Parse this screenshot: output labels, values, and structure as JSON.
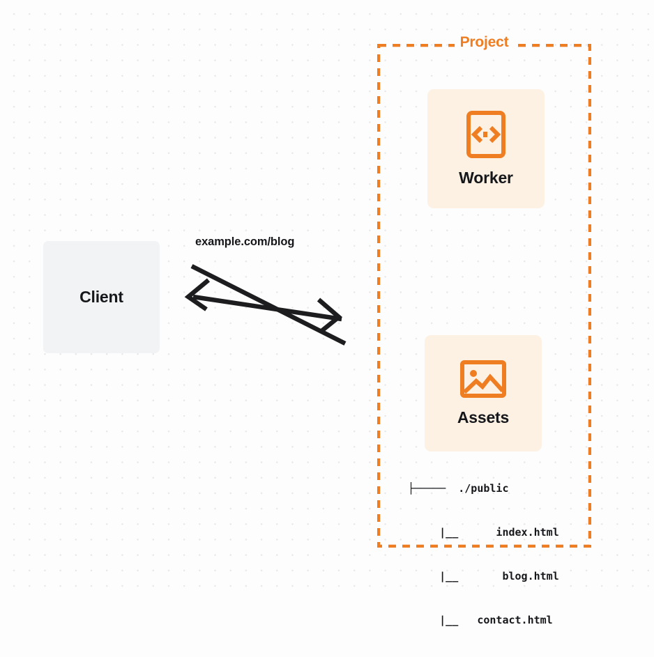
{
  "diagram": {
    "type": "architecture-diagram",
    "background": {
      "color": "#fdfdfd",
      "dot_grid_color": "#e8e8e8"
    },
    "client": {
      "label": "Client",
      "fill": "#f2f3f4",
      "text_color": "#16171a"
    },
    "connector": {
      "label": "example.com/blog",
      "stroke": "#1d1d1f",
      "request_direction": "right",
      "response_direction": "left",
      "arrow_count": 2
    },
    "project": {
      "title": "Project",
      "border_style": "dashed",
      "border_color": "#ef7d22"
    },
    "services": [
      {
        "id": "worker",
        "label": "Worker",
        "icon": "code-brackets-icon",
        "fill": "#fdf1e4",
        "icon_color": "#ef7d22"
      },
      {
        "id": "assets",
        "label": "Assets",
        "icon": "image-picture-icon",
        "fill": "#fdf1e4",
        "icon_color": "#ef7d22"
      }
    ],
    "assets_tree": {
      "lines": [
        "├─────  ./public",
        "     |__      index.html",
        "     |__       blog.html",
        "     |__   contact.html"
      ],
      "root": "./public",
      "files": [
        "index.html",
        "blog.html",
        "contact.html"
      ]
    }
  }
}
